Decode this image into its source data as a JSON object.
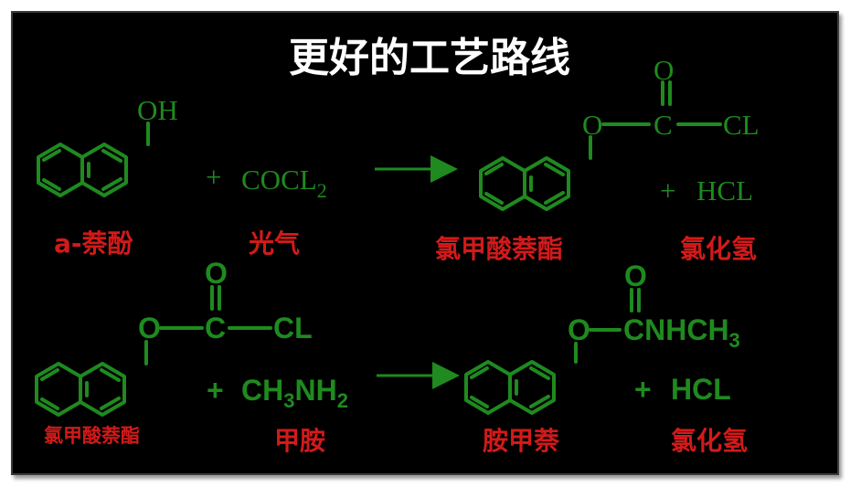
{
  "title": "更好的工艺路线",
  "colors": {
    "background": "#000000",
    "title": "#ffffff",
    "chemical": "#1f8a1f",
    "label": "#d21a1a"
  },
  "reaction1": {
    "reactant1": {
      "substituent": "OH",
      "label": "a-萘酚"
    },
    "plus1": "+",
    "reactant2": {
      "formula": "COCL",
      "subscript": "2",
      "label": "光气"
    },
    "product1": {
      "carbonyl_o": "O",
      "ester_o": "O",
      "carbon": "C",
      "chlorine": "CL",
      "label": "氯甲酸萘酯"
    },
    "plus2": "+",
    "product2": {
      "formula": "HCL",
      "label": "氯化氢"
    }
  },
  "reaction2": {
    "reactant1": {
      "carbonyl_o": "O",
      "ester_o": "O",
      "carbon": "C",
      "chlorine": "CL",
      "label": "氯甲酸萘酯"
    },
    "plus1": "+",
    "reactant2": {
      "part1": "CH",
      "sub1": "3",
      "part2": "NH",
      "sub2": "2",
      "label": "甲胺"
    },
    "product1": {
      "carbonyl_o": "O",
      "ester_o": "O",
      "group": "CNHCH",
      "group_sub": "3",
      "label": "胺甲萘"
    },
    "plus2": "+",
    "product2": {
      "formula": "HCL",
      "label": "氯化氢"
    }
  }
}
